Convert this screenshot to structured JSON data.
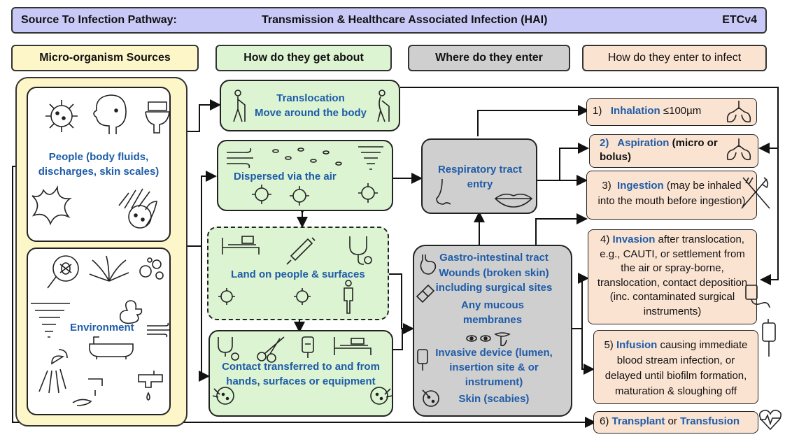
{
  "title": {
    "left": "Source To Infection Pathway:",
    "center": "Transmission & Healthcare Associated Infection (HAI)",
    "right": "ETCv4"
  },
  "headers": {
    "sources": "Micro-organism Sources",
    "get_about": "How do they get about",
    "enter": "Where do they enter",
    "infect": "How do they enter to infect"
  },
  "sources": {
    "people": "People (body fluids, discharges, skin scales)",
    "environment": "Environment"
  },
  "movement": {
    "translocation_line1": "Translocation",
    "translocation_line2": "Move around the body",
    "dispersed": "Dispersed via the air",
    "land": "Land on people & surfaces",
    "contact": "Contact transferred to and from hands, surfaces or equipment"
  },
  "entry": {
    "respiratory": "Respiratory tract entry",
    "gi": "Gastro-intestinal tract",
    "wounds": "Wounds (broken skin) including surgical sites",
    "mucous": "Any mucous membranes",
    "device": "Invasive device (lumen, insertion site & or instrument)",
    "skin": "Skin (scabies)"
  },
  "infect": {
    "inhalation_num": "1)",
    "inhalation_label": "Inhalation",
    "inhalation_rest": " ≤100µm",
    "aspiration_num": "2)",
    "aspiration_label": "Aspiration",
    "aspiration_rest": " (micro or bolus)",
    "ingestion_num": "3)",
    "ingestion_label": "Ingestion",
    "ingestion_rest": " (may be inhaled into the mouth before ingestion)",
    "invasion_num": "4)",
    "invasion_label": "Invasion",
    "invasion_rest": " after translocation, e.g., CAUTI, or settlement from the air or spray-borne, translocation, contact deposition (inc. contaminated surgical  instruments)",
    "infusion_num": "5)",
    "infusion_label": "Infusion",
    "infusion_rest": " causing immediate blood stream infection, or delayed until biofilm formation, maturation & sloughing off",
    "transplant_num": "6)",
    "transplant_label": "Transplant",
    "transplant_or": " or ",
    "transfusion_label": "Transfusion"
  },
  "colors": {
    "title_bg": "#c9c9f7",
    "source_bg": "#fdf6c8",
    "move_bg": "#dcf4d2",
    "entry_bg": "#cfcfcf",
    "infect_bg": "#fbe3d2",
    "label_blue": "#1f5ca8"
  }
}
